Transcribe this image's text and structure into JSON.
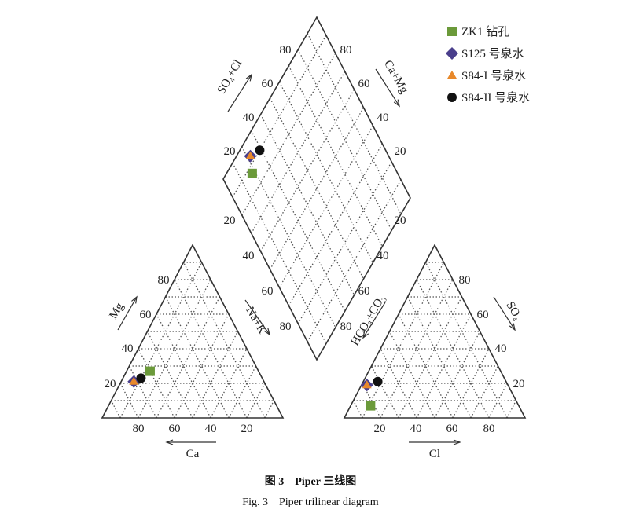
{
  "chart_data": {
    "type": "scatter",
    "subtype": "piper-trilinear",
    "caption": "图 3　Piper 三线图",
    "caption_en": "Fig. 3　Piper trilinear diagram",
    "grid": true,
    "legend_placement": "top-right",
    "ticks": [
      "20",
      "40",
      "60",
      "80"
    ],
    "axes": {
      "cation_left": "Mg",
      "cation_bottom": "Ca",
      "cation_diamond": "Na+K",
      "anion_left": "HCO₃+CO₃",
      "anion_right": "SO₄",
      "anion_bottom": "Cl",
      "diamond_left": "SO₄+Cl",
      "diamond_right": "Ca+Mg"
    },
    "series": [
      {
        "name": "ZK1 钻孔",
        "marker": "square",
        "color": "#6b9a3a",
        "Ca": 60,
        "Mg": 27,
        "NaK": 13,
        "Cl": 11,
        "SO4": 7,
        "HCO3CO3": 82
      },
      {
        "name": "S125 号泉水",
        "marker": "diamond",
        "color": "#4a3f8c",
        "Ca": 72,
        "Mg": 21,
        "NaK": 7,
        "Cl": 3,
        "SO4": 19,
        "HCO3CO3": 78
      },
      {
        "name": "S84-I 号泉水",
        "marker": "triangle",
        "color": "#e8892b",
        "Ca": 72,
        "Mg": 21,
        "NaK": 7,
        "Cl": 3,
        "SO4": 19,
        "HCO3CO3": 78
      },
      {
        "name": "S84-II 号泉水",
        "marker": "circle",
        "color": "#111111",
        "Ca": 67,
        "Mg": 23,
        "NaK": 10,
        "Cl": 8,
        "SO4": 21,
        "HCO3CO3": 71
      }
    ]
  }
}
